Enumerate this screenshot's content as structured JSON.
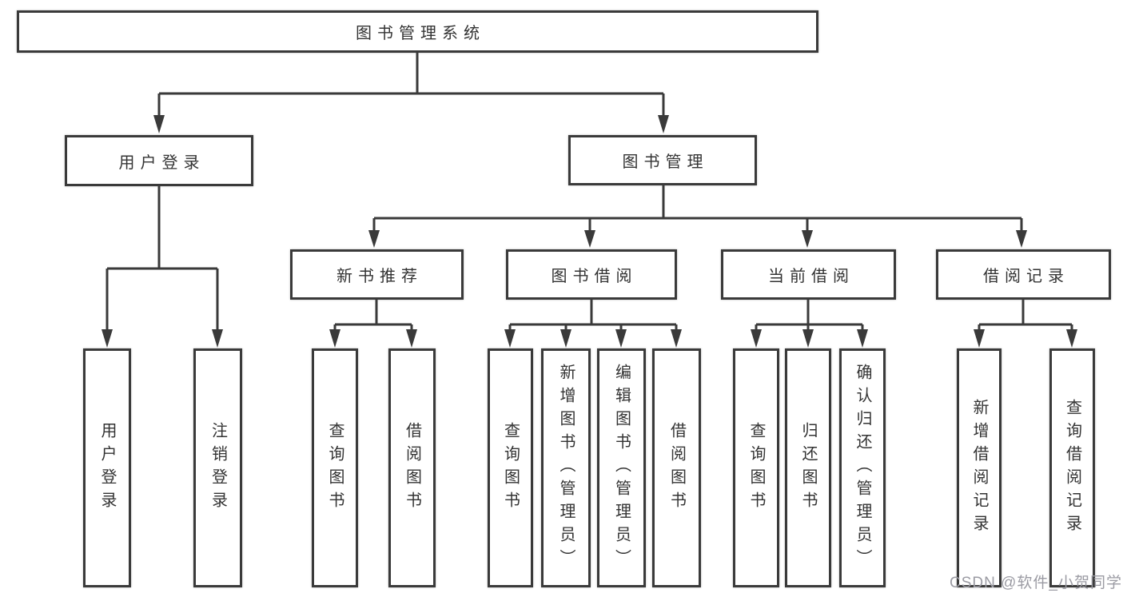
{
  "tree": {
    "label": "图书管理系统",
    "children": [
      {
        "label": "用户登录",
        "children": [
          {
            "label": "用户登录"
          },
          {
            "label": "注销登录"
          }
        ]
      },
      {
        "label": "图书管理",
        "children": [
          {
            "label": "新书推荐",
            "children": [
              {
                "label": "查询图书"
              },
              {
                "label": "借阅图书"
              }
            ]
          },
          {
            "label": "图书借阅",
            "children": [
              {
                "label": "查询图书"
              },
              {
                "label": "新增图书（管理员）"
              },
              {
                "label": "编辑图书（管理员）"
              },
              {
                "label": "借阅图书"
              }
            ]
          },
          {
            "label": "当前借阅",
            "children": [
              {
                "label": "查询图书"
              },
              {
                "label": "归还图书"
              },
              {
                "label": "确认归还（管理员）"
              }
            ]
          },
          {
            "label": "借阅记录",
            "children": [
              {
                "label": "新增借阅记录"
              },
              {
                "label": "查询借阅记录"
              }
            ]
          }
        ]
      }
    ]
  },
  "watermark": "CSDN @软件_小贺同学",
  "colors": {
    "line": "#3a3a3a",
    "text": "#333333",
    "watermark": "#9b9ba3",
    "background": "#ffffff"
  }
}
